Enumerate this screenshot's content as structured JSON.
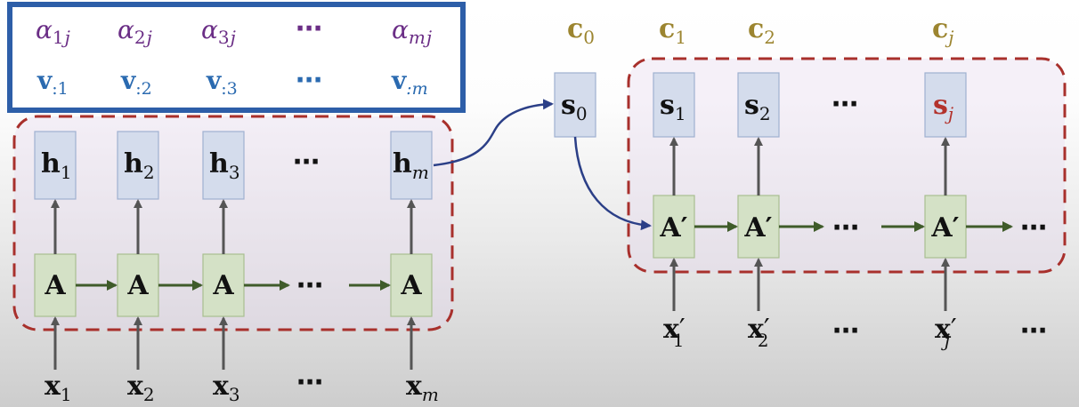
{
  "colors": {
    "hidden_box": "#d4dcec",
    "cell_box": "#d4e1c6",
    "region_border": "#a8302c",
    "attention_frame": "#2d5ea8",
    "alpha_text": "#6b2e86",
    "v_text": "#2a6ab0",
    "context_text": "#9c8530",
    "highlight_state": "#b3322c",
    "decoder_link": "#2b3f87"
  },
  "attention": {
    "alphas": [
      {
        "base": "α",
        "sub": "1",
        "sub2": "j"
      },
      {
        "base": "α",
        "sub": "2",
        "sub2": "j"
      },
      {
        "base": "α",
        "sub": "3",
        "sub2": "j"
      },
      {
        "base": "α",
        "sub": "m",
        "sub2": "j"
      }
    ],
    "values": [
      {
        "base": "v",
        "sub": ":1"
      },
      {
        "base": "v",
        "sub": ":2"
      },
      {
        "base": "v",
        "sub": ":3"
      },
      {
        "base": "v",
        "sub": ":m"
      }
    ],
    "ellipsis": "⋯"
  },
  "encoder": {
    "hidden": [
      {
        "base": "h",
        "sub": "1"
      },
      {
        "base": "h",
        "sub": "2"
      },
      {
        "base": "h",
        "sub": "3"
      },
      {
        "base": "h",
        "sub": "m"
      }
    ],
    "cell_label": "A",
    "inputs": [
      {
        "base": "x",
        "sub": "1"
      },
      {
        "base": "x",
        "sub": "2"
      },
      {
        "base": "x",
        "sub": "3"
      },
      {
        "base": "x",
        "sub": "m"
      }
    ],
    "ellipsis": "⋯"
  },
  "decoder": {
    "contexts": [
      {
        "base": "c",
        "sub": "0"
      },
      {
        "base": "c",
        "sub": "1"
      },
      {
        "base": "c",
        "sub": "2"
      },
      {
        "base": "c",
        "sub": "j"
      }
    ],
    "initial_state": {
      "base": "s",
      "sub": "0"
    },
    "states": [
      {
        "base": "s",
        "sub": "1"
      },
      {
        "base": "s",
        "sub": "2"
      },
      {
        "base": "s",
        "sub": "j"
      }
    ],
    "cell_label": "A′",
    "inputs": [
      {
        "base": "x",
        "prime": "′",
        "sub": "1"
      },
      {
        "base": "x",
        "prime": "′",
        "sub": "2"
      },
      {
        "base": "x",
        "prime": "′",
        "sub": "j"
      }
    ],
    "ellipsis": "⋯"
  }
}
